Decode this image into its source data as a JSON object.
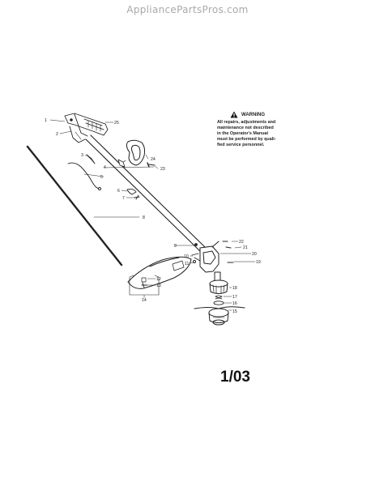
{
  "watermark": "AppliancePartsPros.com",
  "warning": {
    "title": "WARNING",
    "lines": [
      "All repairs, adjustments and",
      "maintenance not described",
      "in the Operator's Manual",
      "must be performed by quali-",
      "fied service personnel."
    ]
  },
  "revision": "1/03",
  "callouts": {
    "c1": "1",
    "c2": "2",
    "c3": "3",
    "c4": "4",
    "c5": "5",
    "c6": "6",
    "c7": "7",
    "c8": "8",
    "c9": "9",
    "c10": "10",
    "c11": "11",
    "c12": "12",
    "c13": "13",
    "c14": "14",
    "c15": "15",
    "c16": "16",
    "c17": "17",
    "c18": "18",
    "c19": "19",
    "c20": "20",
    "c21": "21",
    "c22": "22",
    "c23": "23",
    "c24": "24",
    "c25": "25"
  }
}
